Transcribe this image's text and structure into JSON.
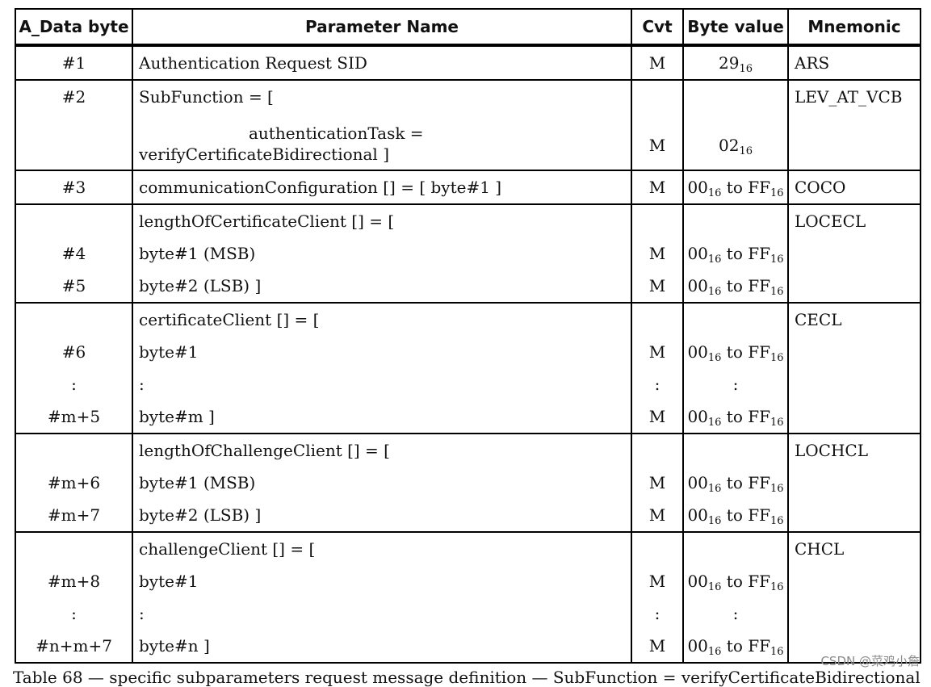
{
  "headers": [
    "A_Data byte",
    "Parameter Name",
    "Cvt",
    "Byte value",
    "Mnemonic"
  ],
  "rows": [
    {
      "mnemonic": "ARS",
      "lines": [
        {
          "byte": "#1",
          "param": "Authentication Request SID",
          "cvt": "M",
          "value": "29",
          "value_sub": "16"
        }
      ]
    },
    {
      "mnemonic": "LEV_AT_VCB",
      "lines": [
        {
          "byte": "#2",
          "param": "SubFunction = ["
        },
        {
          "param_a": "authenticationTask =",
          "param_b": "verifyCertificateBidirectional ]",
          "cvt": "M",
          "value": "02",
          "value_sub": "16"
        }
      ]
    },
    {
      "mnemonic": "COCO",
      "lines": [
        {
          "byte": "#3",
          "param": "communicationConfiguration [] = [ byte#1 ]",
          "cvt": "M",
          "range": true
        }
      ]
    },
    {
      "mnemonic": "LOCECL",
      "lines": [
        {
          "param": "lengthOfCertificateClient [] = ["
        },
        {
          "byte": "#4",
          "param": "byte#1 (MSB)",
          "indent": 2,
          "cvt": "M",
          "range": true
        },
        {
          "byte": "#5",
          "param": "byte#2 (LSB) ]",
          "indent": 2,
          "cvt": "M",
          "range": true
        }
      ]
    },
    {
      "mnemonic": "CECL",
      "lines": [
        {
          "param": "certificateClient [] = ["
        },
        {
          "byte": "#6",
          "param": "byte#1",
          "indent": 1,
          "cvt": "M",
          "range": true
        },
        {
          "byte": ":",
          "param": ":",
          "indent": 1,
          "cvt": ":",
          "value": ":"
        },
        {
          "byte": "#m+5",
          "param": "byte#m ]",
          "indent": 1,
          "cvt": "M",
          "range": true
        }
      ]
    },
    {
      "mnemonic": "LOCHCL",
      "lines": [
        {
          "param": "lengthOfChallengeClient [] = ["
        },
        {
          "byte": "#m+6",
          "param": "byte#1 (MSB)",
          "indent": 2,
          "cvt": "M",
          "range": true
        },
        {
          "byte": "#m+7",
          "param": "byte#2 (LSB) ]",
          "indent": 2,
          "cvt": "M",
          "range": true
        }
      ]
    },
    {
      "mnemonic": "CHCL",
      "lines": [
        {
          "param": "challengeClient [] = ["
        },
        {
          "byte": "#m+8",
          "param": "byte#1",
          "indent": 1,
          "cvt": "M",
          "range": true
        },
        {
          "byte": ":",
          "param": ":",
          "indent": 1,
          "cvt": ":",
          "value": ":"
        },
        {
          "byte": "#n+m+7",
          "param": "byte#n ]",
          "indent": 1,
          "cvt": "M",
          "range": true
        }
      ]
    }
  ],
  "range_text": {
    "from": "00",
    "to_word": "to",
    "to": "FF",
    "sub": "16"
  },
  "caption": "Table 68 — specific subparameters request message definition — SubFunction = verifyCertificateBidirectional",
  "watermark": "CSDN @菜鸡小詹"
}
